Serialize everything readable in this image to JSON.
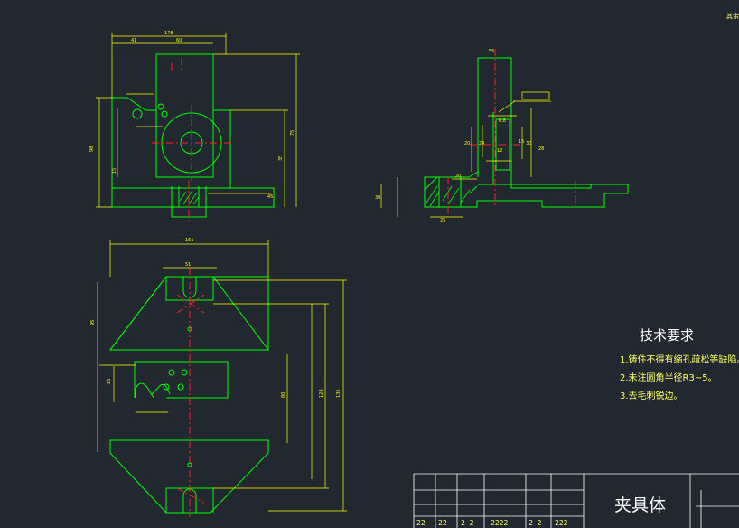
{
  "drawing": {
    "background": "#212830",
    "line_color_main": "#00ff00",
    "line_color_dim": "#ffff00",
    "line_color_center": "#ff2020",
    "line_color_frame": "#ffffff"
  },
  "views": {
    "front_view": {
      "dims": [
        "178",
        "41",
        "60",
        "75",
        "98",
        "35",
        "15",
        "45"
      ]
    },
    "side_view": {
      "dims": [
        "55",
        "20",
        "30",
        "25",
        "20",
        "24",
        "15",
        "30",
        "8.8",
        "12",
        "28"
      ]
    },
    "top_view": {
      "dims": [
        "161",
        "51",
        "95",
        "25",
        "80",
        "128",
        "135"
      ]
    }
  },
  "tech_requirements": {
    "title": "技术要求",
    "items": [
      "1.铸件不得有缩孔疏松等缺陷。",
      "2.未注圆角半径R3~5。",
      "3.去毛刺锐边。"
    ]
  },
  "title_block": {
    "part_name": "夹具体",
    "bottom_row": [
      "22",
      "22",
      "2 2",
      "2222",
      "2 2",
      "222"
    ]
  },
  "corner_note": "其余"
}
